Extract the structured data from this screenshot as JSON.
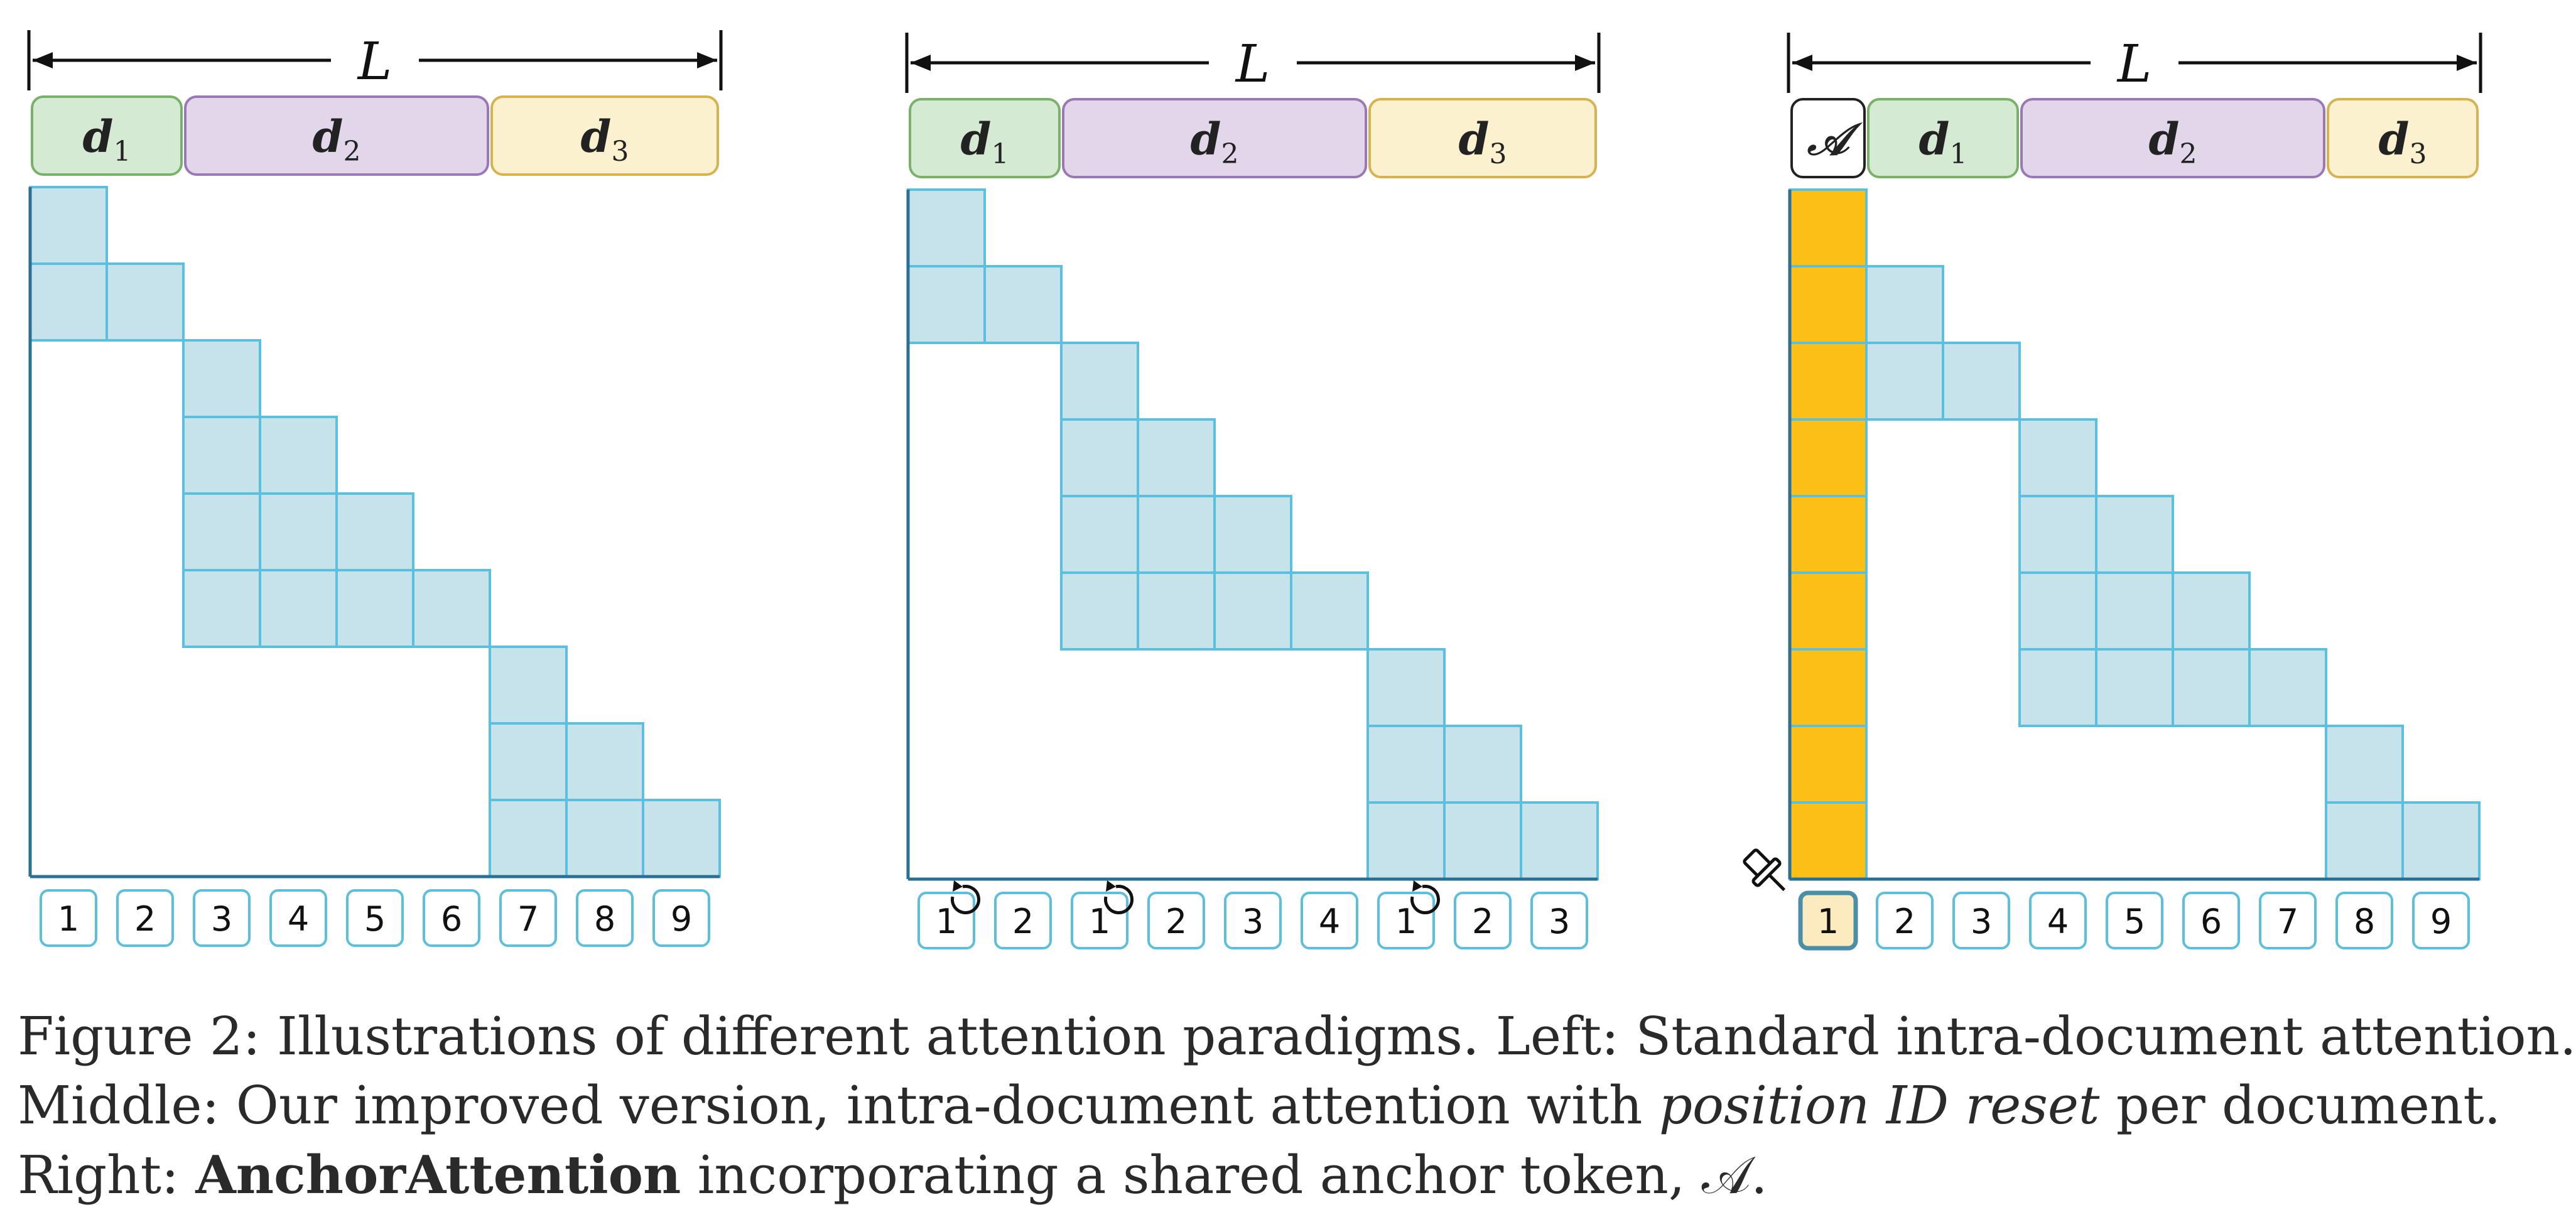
{
  "colors": {
    "cell_fill": "#c6e3ec",
    "cell_stroke": "#5bbfdd",
    "anchor_fill": "#fbbf16",
    "axis": "#2a6f94",
    "d1_fill": "#d4ead3",
    "d1_stroke": "#78b268",
    "d2_fill": "#e2d6ea",
    "d2_stroke": "#9a78b5",
    "d3_fill": "#fbf1cf",
    "d3_stroke": "#d7b24e",
    "pos_stroke": "#5bbfdd"
  },
  "panels": [
    {
      "name": "standard",
      "length_label": "L",
      "segments": [
        {
          "label": "d",
          "sub": "1",
          "kind": "d1"
        },
        {
          "label": "d",
          "sub": "2",
          "kind": "d2"
        },
        {
          "label": "d",
          "sub": "3",
          "kind": "d3"
        }
      ],
      "anchor": false,
      "documents": [
        2,
        4,
        3
      ],
      "position_ids": [
        "1",
        "2",
        "3",
        "4",
        "5",
        "6",
        "7",
        "8",
        "9"
      ],
      "reset_markers": []
    },
    {
      "name": "position-id-reset",
      "length_label": "L",
      "segments": [
        {
          "label": "d",
          "sub": "1",
          "kind": "d1"
        },
        {
          "label": "d",
          "sub": "2",
          "kind": "d2"
        },
        {
          "label": "d",
          "sub": "3",
          "kind": "d3"
        }
      ],
      "anchor": false,
      "documents": [
        2,
        4,
        3
      ],
      "position_ids": [
        "1",
        "2",
        "1",
        "2",
        "3",
        "4",
        "1",
        "2",
        "3"
      ],
      "reset_markers": [
        0,
        2,
        6
      ]
    },
    {
      "name": "anchor-attention",
      "length_label": "L",
      "segments": [
        {
          "label": "𝒜",
          "sub": "",
          "kind": "anchor"
        },
        {
          "label": "d",
          "sub": "1",
          "kind": "d1"
        },
        {
          "label": "d",
          "sub": "2",
          "kind": "d2"
        },
        {
          "label": "d",
          "sub": "3",
          "kind": "d3"
        }
      ],
      "anchor": true,
      "documents": [
        2,
        4,
        2
      ],
      "position_ids": [
        "1",
        "2",
        "3",
        "4",
        "5",
        "6",
        "7",
        "8",
        "9"
      ],
      "reset_markers": []
    }
  ],
  "caption": {
    "line1": "Figure 2: Illustrations of different attention paradigms. Left: Standard intra-document attention.",
    "line2_pre": "Middle: Our improved version, intra-document attention with ",
    "line2_em": "position ID reset",
    "line2_post": " per document.",
    "line3_pre": "Right: ",
    "line3_bold": "AnchorAttention",
    "line3_post": " incorporating a shared anchor token, 𝒜."
  }
}
